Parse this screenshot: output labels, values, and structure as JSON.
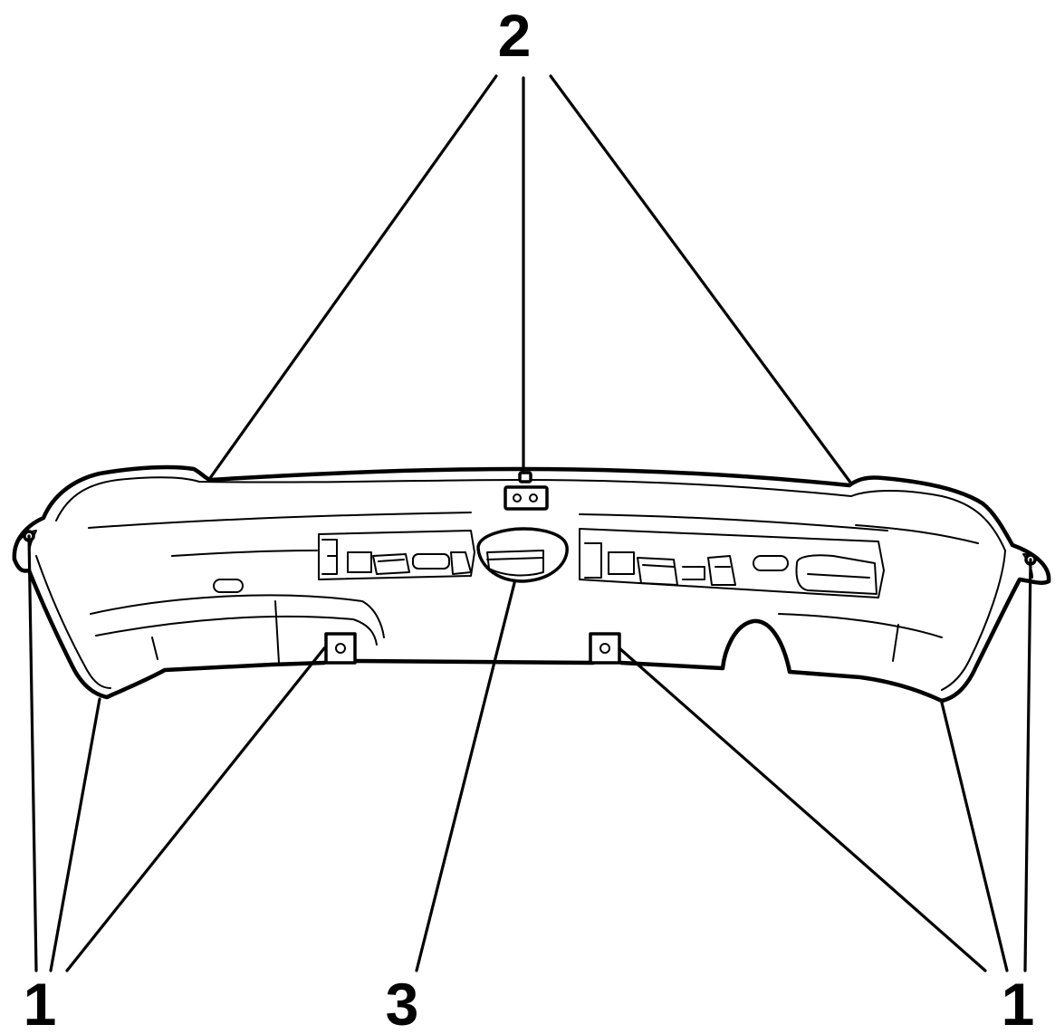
{
  "callouts": [
    {
      "id": "top",
      "label": "2"
    },
    {
      "id": "bottom-left",
      "label": "1"
    },
    {
      "id": "bottom-center",
      "label": "3"
    },
    {
      "id": "bottom-right",
      "label": "1"
    }
  ]
}
